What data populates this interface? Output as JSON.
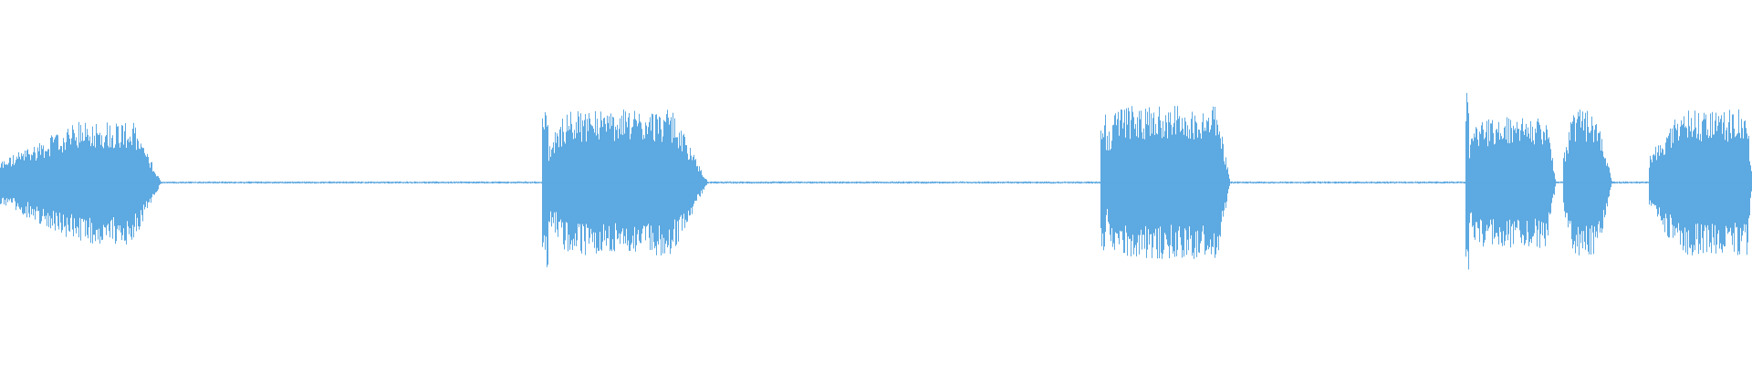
{
  "waveform": {
    "color": "#5DA9E1",
    "background": "#FFFFFF",
    "segments": [
      {
        "start": 0.0,
        "end": 0.092,
        "peak": 0.34,
        "attack": 0.5,
        "decay": 0.18
      },
      {
        "start": 0.309,
        "end": 0.404,
        "peak": 0.4,
        "attack": 0.15,
        "decay": 0.22,
        "spike": 0.47
      },
      {
        "start": 0.628,
        "end": 0.702,
        "peak": 0.42,
        "attack": 0.12,
        "decay": 0.1,
        "spike": 0.38
      },
      {
        "start": 0.836,
        "end": 0.888,
        "peak": 0.36,
        "attack": 0.1,
        "decay": 0.1,
        "spike": 0.5
      },
      {
        "start": 0.892,
        "end": 0.92,
        "peak": 0.4,
        "attack": 0.2,
        "decay": 0.3
      },
      {
        "start": 0.941,
        "end": 1.0,
        "peak": 0.4,
        "attack": 0.3,
        "decay": 0.05
      }
    ],
    "silence_level": 0.006
  }
}
